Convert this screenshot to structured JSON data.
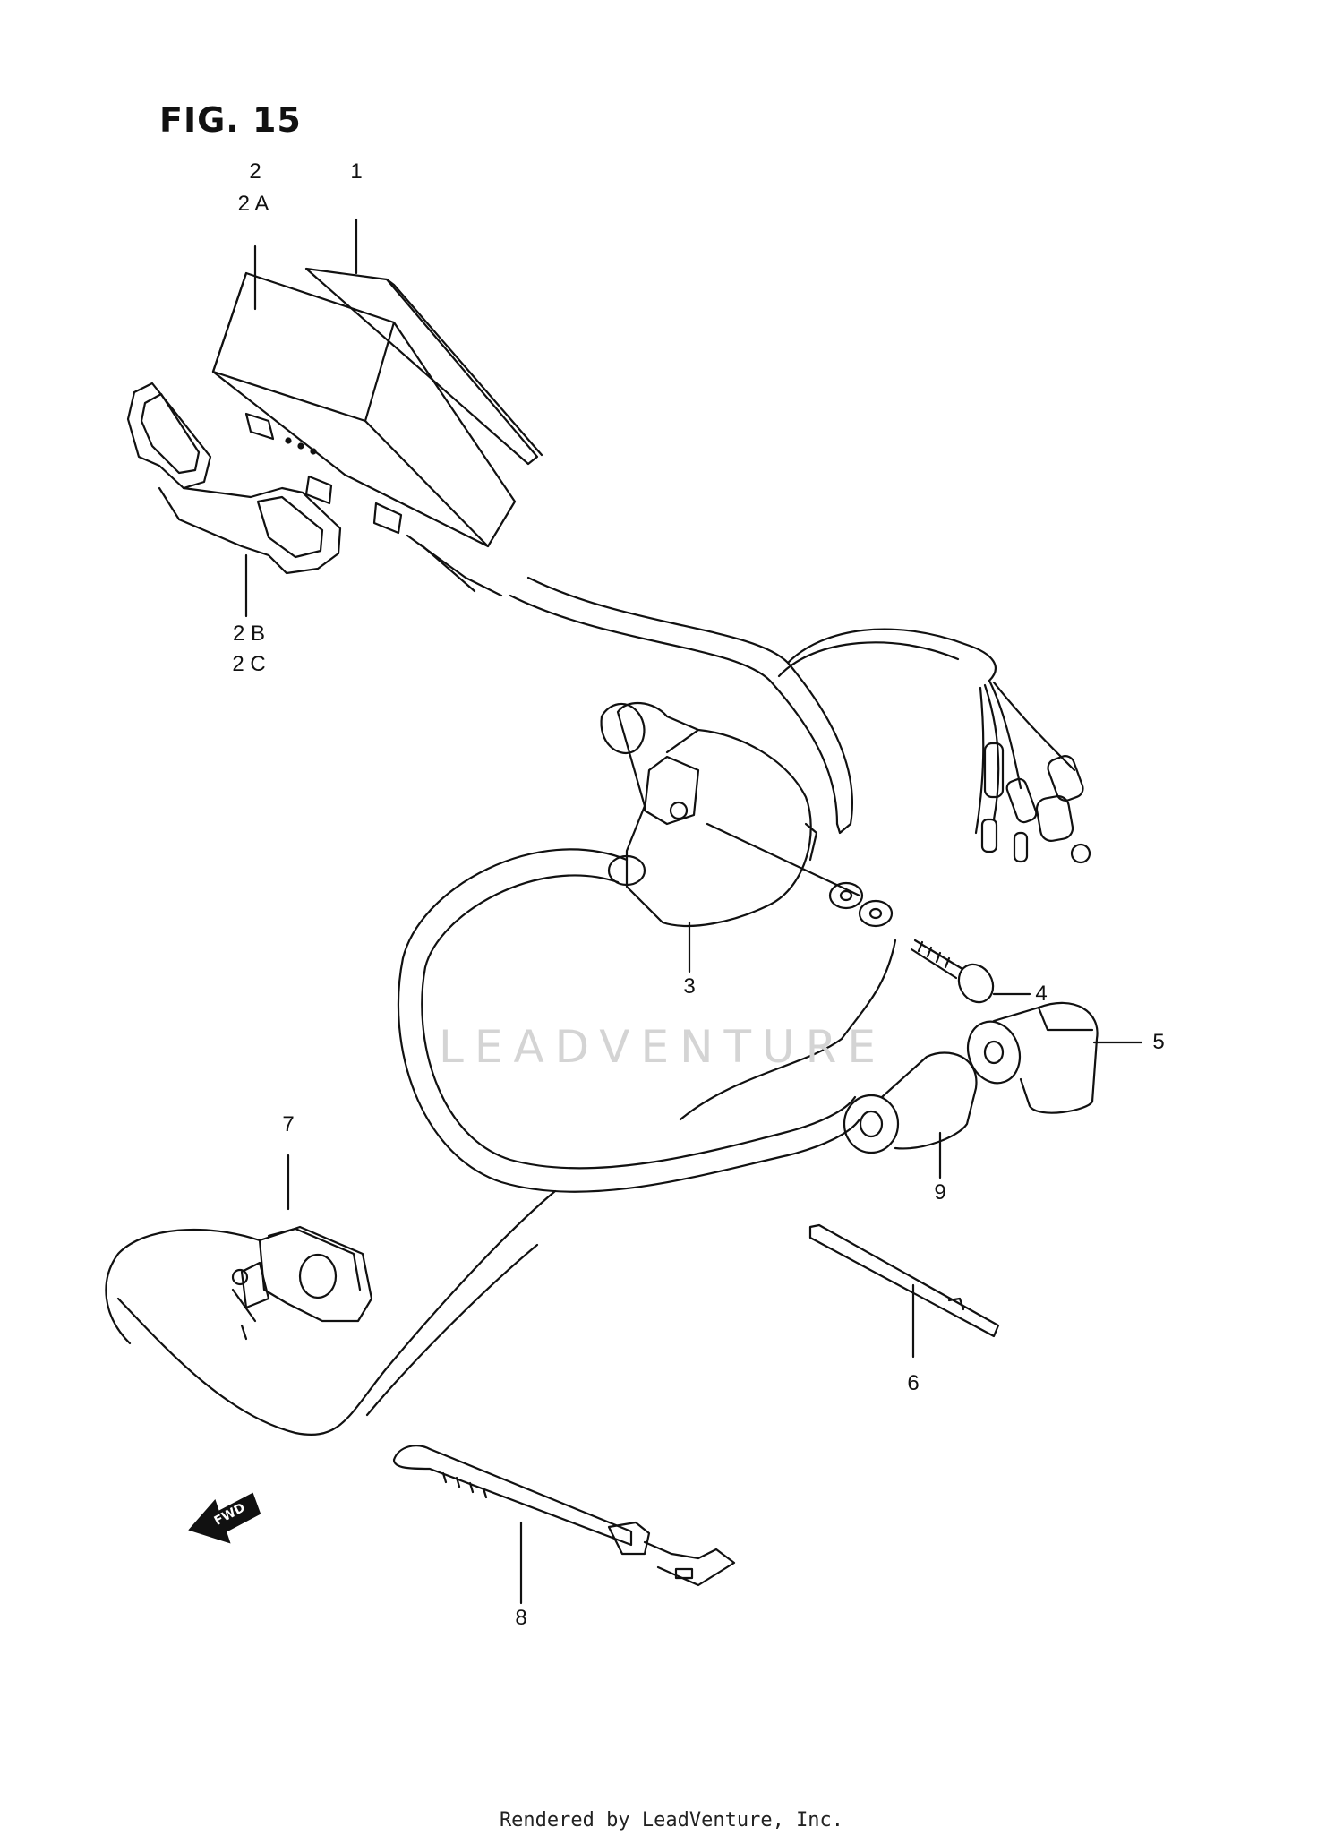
{
  "figure": {
    "title": "FIG. 15"
  },
  "callouts": [
    "1",
    "2",
    "2 A",
    "2 B",
    "2 C",
    "3",
    "4",
    "5",
    "6",
    "7",
    "8",
    "9"
  ],
  "watermark": "LEADVENTURE",
  "footer": "Rendered by LeadVenture, Inc.",
  "fwd_label": "FWD",
  "colors": {
    "line": "#111111",
    "watermark": "#d4d4d4",
    "background": "#ffffff"
  }
}
